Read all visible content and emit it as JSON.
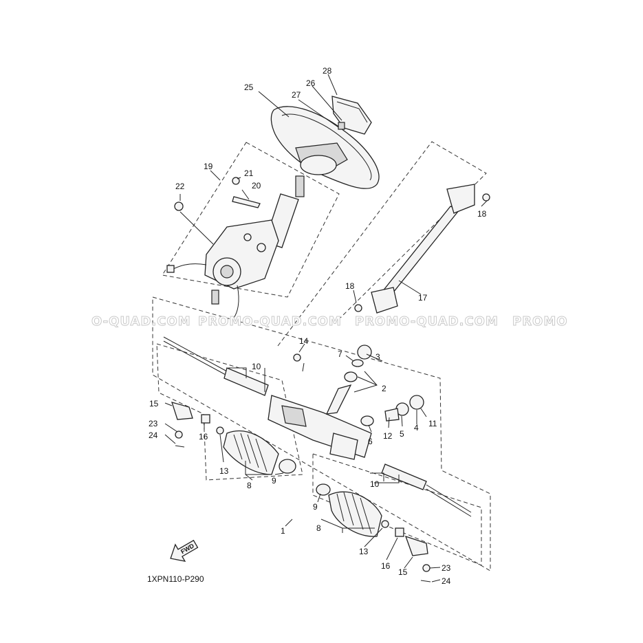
{
  "watermark": {
    "segments": [
      "O-QUAD.COM",
      "PROMO-QUAD.COM",
      "PROMO-QUAD.COM",
      "PROMO"
    ]
  },
  "diagram_code": "1XPN110-P290",
  "fwd_label": "FWD",
  "callouts": {
    "c28": "28",
    "c25": "25",
    "c26": "26",
    "c27": "27",
    "c19": "19",
    "c21": "21",
    "c20": "20",
    "c22": "22",
    "c18a": "18",
    "c18b": "18",
    "c17": "17",
    "c14": "14",
    "c10a": "10",
    "c10b": "10",
    "c7": "7",
    "c3": "3",
    "c2": "2",
    "c15a": "15",
    "c15b": "15",
    "c23a": "23",
    "c23b": "23",
    "c24a": "24",
    "c24b": "24",
    "c16a": "16",
    "c16b": "16",
    "c13a": "13",
    "c13b": "13",
    "c8a": "8",
    "c8b": "8",
    "c9a": "9",
    "c9b": "9",
    "c6": "6",
    "c12": "12",
    "c5": "5",
    "c4": "4",
    "c11": "11",
    "c1": "1"
  }
}
